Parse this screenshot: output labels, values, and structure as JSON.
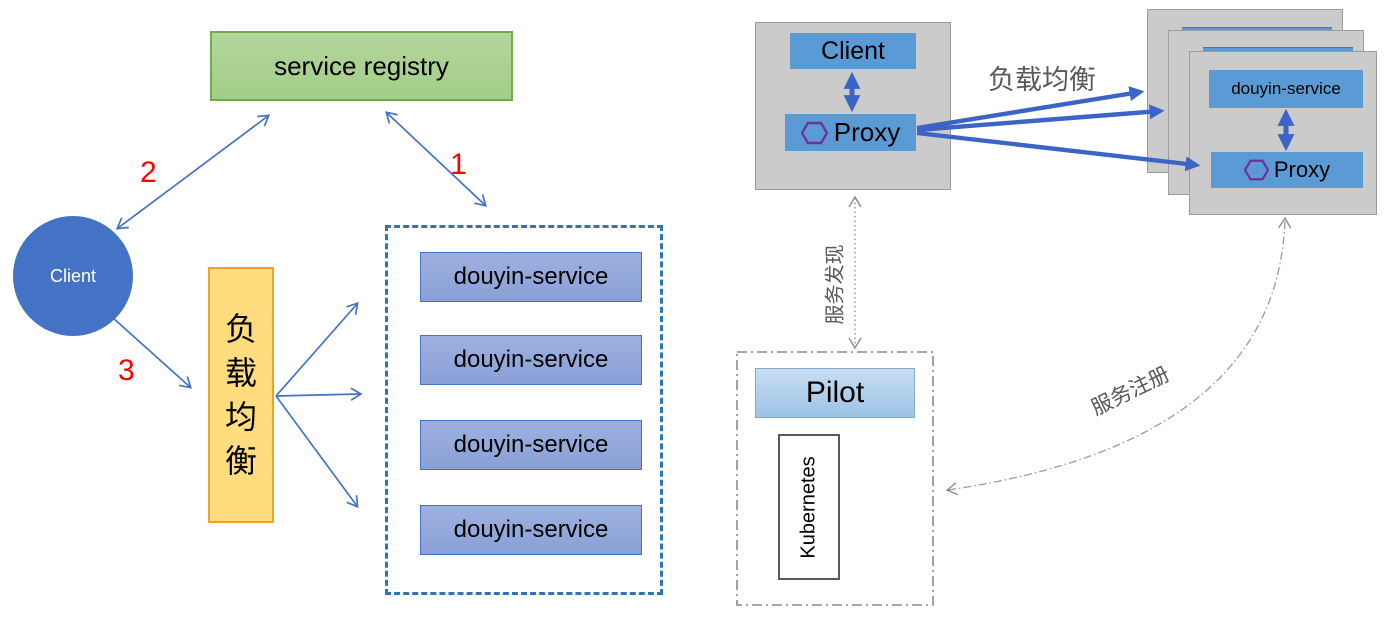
{
  "left": {
    "registry_label": "service registry",
    "client_label": "Client",
    "load_balancer_label": "负载均衡",
    "services": [
      "douyin-service",
      "douyin-service",
      "douyin-service",
      "douyin-service"
    ],
    "step_1": "1",
    "step_2": "2",
    "step_3": "3"
  },
  "right": {
    "client_label": "Client",
    "proxy_label": "Proxy",
    "load_balance_label": "负载均衡",
    "service_discovery_label": "服务发现",
    "service_registration_label": "服务注册",
    "pilot_label": "Pilot",
    "kubernetes_label": "Kubernetes",
    "instance": {
      "service_label": "douyin-service",
      "proxy_label": "Proxy"
    }
  },
  "colors": {
    "registry_green_fill": "#A9D18E",
    "registry_green_border": "#70AD47",
    "client_circle_blue": "#4472C4",
    "load_balancer_yellow_fill": "#FFDD7E",
    "load_balancer_yellow_border": "#EFA228",
    "service_box_fill": "#8FAADC",
    "service_frame_dashed_blue": "#2E75B6",
    "thin_arrow_blue": "#4472C4",
    "thick_arrow_blue": "#3C63C6",
    "step_number_red": "#FF0000",
    "right_blue_box": "#5B9BD5",
    "hexagon_purple": "#7030A0",
    "gray_panel": "#CBCBCB",
    "gray_text": "#595959",
    "gray_line": "#8C8C8C",
    "pilot_fill_top": "#C8DEF2",
    "pilot_fill_bottom": "#9CC3E5"
  }
}
